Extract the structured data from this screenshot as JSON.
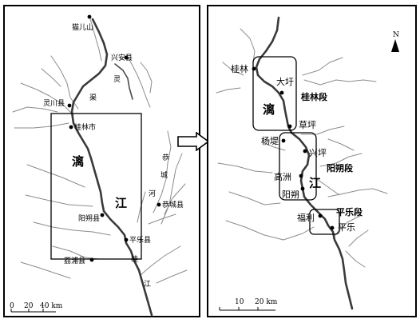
{
  "left_map": {
    "places": {
      "maoershan": "猫儿山",
      "xingan": "兴安县",
      "lingchuan": "灵川县",
      "guilin": "桂林市",
      "gongcheng": "恭城县",
      "yangshuo": "阳朔县",
      "pingle": "平乐县",
      "lipu": "荔浦县"
    },
    "river_chars": {
      "ling": "灵",
      "qu": "渠",
      "li": "漓",
      "jiang": "江",
      "gong": "恭",
      "cheng": "城",
      "he": "河",
      "gui": "桂",
      "jiang2": "江"
    },
    "scale": {
      "t0": "0",
      "t20": "20",
      "t40": "40 km"
    }
  },
  "right_map": {
    "places": {
      "guilin": "桂林",
      "daxu": "大圩",
      "caoping": "草坪",
      "yangdi": "杨堤",
      "xingping": "兴坪",
      "gaozhou": "高洲",
      "yangshuo": "阳朔",
      "fuli": "福利",
      "pingle": "平乐"
    },
    "segments": {
      "guilin": "桂林段",
      "yangshuo": "阳朔段",
      "pingle": "平乐段"
    },
    "river_chars": {
      "li": "漓",
      "jiang": "江"
    },
    "north": "N",
    "scale": {
      "t10": "10",
      "t20": "20 km"
    }
  }
}
